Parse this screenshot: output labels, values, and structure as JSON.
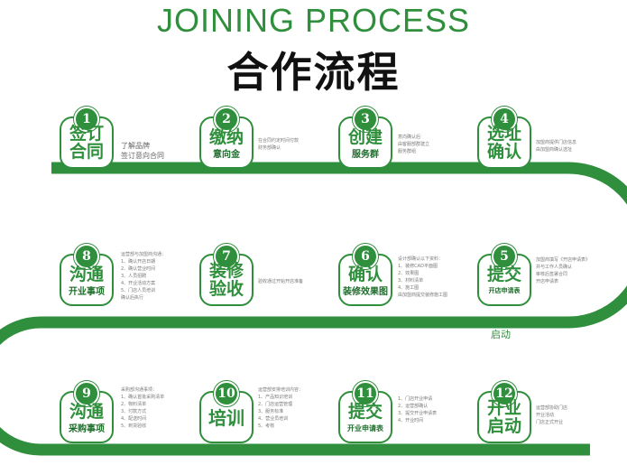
{
  "title_en": "JOINING PROCESS",
  "title_zh": "合作流程",
  "colors": {
    "accent": "#2f8f3c",
    "text": "#111111"
  },
  "steps": [
    {
      "num": "1",
      "line1": "签订",
      "line2": "合同",
      "note1": "了解品牌",
      "note2": "签订意向合同"
    },
    {
      "num": "2",
      "line1": "缴纳",
      "line2": "意向金",
      "desc": "在合同约定时间付款\n财务部确认"
    },
    {
      "num": "3",
      "line1": "创建",
      "line2": "服务群",
      "desc": "意向确认后\n由客服部群建立\n服务群组"
    },
    {
      "num": "4",
      "line1": "选址",
      "line2": "确认",
      "desc": "加盟商提供门店信息\n由加盟商确认选址"
    },
    {
      "num": "5",
      "line1": "提交",
      "line2": "开店申请表",
      "desc": "加盟商填写《开店申请表》\n并与工作人员确认\n审核后签署合同\n开店申请表"
    },
    {
      "num": "6",
      "line1": "确认",
      "line2": "装修效果图",
      "desc": "设计部确认以下资料：\n1、装修CAD平面图\n2、效果图\n3、材料清单\n4、施工图\n由加盟商提交装修施工图"
    },
    {
      "num": "7",
      "line1": "装修",
      "line2": "验收",
      "desc": "验收通过开始开店准备"
    },
    {
      "num": "8",
      "line1": "沟通",
      "line2": "开业事项",
      "desc": "运营部与加盟商沟通：\n1、确认开店日期\n2、确认营业时间\n3、人员招聘\n4、开业活动方案\n5、门店人员培训\n确认后执行"
    },
    {
      "num": "9",
      "line1": "沟通",
      "line2": "采购事项",
      "desc": "采购部沟通事项：\n1、确认首批采购清单\n2、物料清单\n3、付款方式\n4、配送时间\n5、到货验收"
    },
    {
      "num": "10",
      "line1": "培训",
      "line2": "",
      "desc": "运营部安排培训内容：\n1、产品知识培训\n2、门店运营管理\n3、服务标准\n4、营业员培训\n5、考核"
    },
    {
      "num": "11",
      "line1": "提交",
      "line2": "开业申请表",
      "desc": "1、门店开业申请\n2、运营部确认\n3、提交开业申请表\n4、开业时间"
    },
    {
      "num": "12",
      "line1": "开业",
      "line2": "启动",
      "desc": "运营部协助门店\n开业活动\n门店正式开业"
    }
  ],
  "side_label": "启动"
}
